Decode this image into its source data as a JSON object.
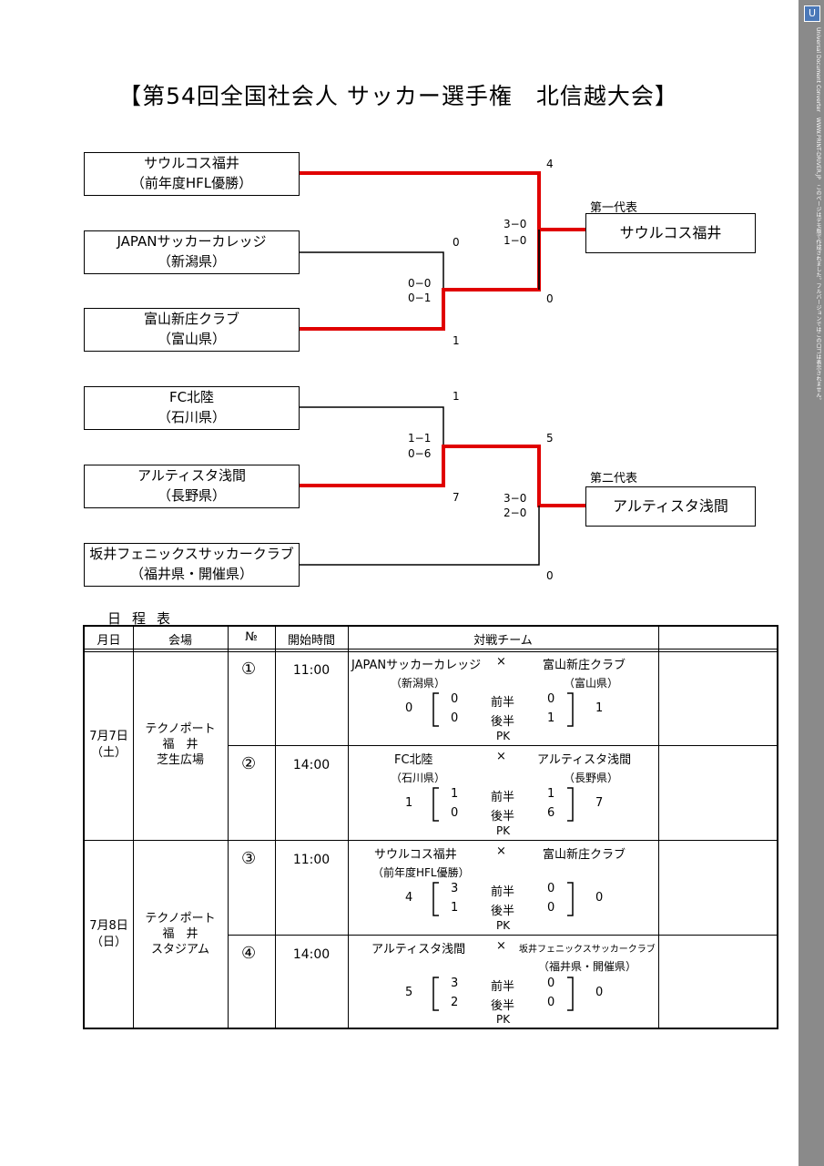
{
  "title": "【第54回全国社会人 サッカー選手権　北信越大会】",
  "bracket": {
    "teams": [
      {
        "name": "サウルコス福井",
        "sub": "（前年度HFL優勝）"
      },
      {
        "name": "JAPANサッカーカレッジ",
        "sub": "（新潟県）"
      },
      {
        "name": "富山新庄クラブ",
        "sub": "（富山県）"
      },
      {
        "name": "FC北陸",
        "sub": "（石川県）"
      },
      {
        "name": "アルティスタ浅間",
        "sub": "（長野県）"
      },
      {
        "name": "坂井フェニックスサッカークラブ",
        "sub": "（福井県・開催県）"
      }
    ],
    "rep1_label": "第一代表",
    "rep1_team": "サウルコス福井",
    "rep2_label": "第二代表",
    "rep2_team": "アルティスタ浅間",
    "scores": {
      "a_top": "4",
      "a_bot": "0",
      "a_half1": "3−0",
      "a_half2": "1−0",
      "b_top": "0",
      "b_bot": "1",
      "b_half1": "0−0",
      "b_half2": "0−1",
      "c_top": "1",
      "c_bot": "7",
      "c_half1": "1−1",
      "c_half2": "0−6",
      "d_top": "5",
      "d_bot": "0",
      "d_half1": "3−0",
      "d_half2": "2−0"
    }
  },
  "schedule": {
    "heading": "日程表",
    "headers": {
      "date": "月日",
      "venue": "会場",
      "no": "№",
      "time": "開始時間",
      "match": "対戦チーム"
    },
    "days": [
      {
        "date": "7月7日",
        "dow": "（土）",
        "venue1": "テクノポート",
        "venue2": "福　井",
        "venue3": "芝生広場"
      },
      {
        "date": "7月8日",
        "dow": "（日）",
        "venue1": "テクノポート",
        "venue2": "福　井",
        "venue3": "スタジアム"
      }
    ],
    "matches": [
      {
        "no": "①",
        "time": "11:00",
        "team1": "JAPANサッカーカレッジ",
        "vs": "×",
        "team2": "富山新庄クラブ",
        "sub1": "（新潟県）",
        "sub2": "（富山県）",
        "total1": "0",
        "total2": "1",
        "h1a": "0",
        "h1b": "0",
        "h2a": "0",
        "h2b": "1",
        "first": "前半",
        "second": "後半",
        "pk": "PK"
      },
      {
        "no": "②",
        "time": "14:00",
        "team1": "FC北陸",
        "vs": "×",
        "team2": "アルティスタ浅間",
        "sub1": "（石川県）",
        "sub2": "（長野県）",
        "total1": "1",
        "total2": "7",
        "h1a": "1",
        "h1b": "1",
        "h2a": "0",
        "h2b": "6",
        "first": "前半",
        "second": "後半",
        "pk": "PK"
      },
      {
        "no": "③",
        "time": "11:00",
        "team1": "サウルコス福井",
        "vs": "×",
        "team2": "富山新庄クラブ",
        "sub1": "（前年度HFL優勝）",
        "sub2": "",
        "total1": "4",
        "total2": "0",
        "h1a": "3",
        "h1b": "0",
        "h2a": "1",
        "h2b": "0",
        "first": "前半",
        "second": "後半",
        "pk": "PK"
      },
      {
        "no": "④",
        "time": "14:00",
        "team1": "アルティスタ浅間",
        "vs": "×",
        "team2": "坂井フェニックスサッカークラブ",
        "sub1": "",
        "sub2": "（福井県・開催県）",
        "total1": "5",
        "total2": "0",
        "h1a": "3",
        "h1b": "0",
        "h2a": "2",
        "h2b": "0",
        "first": "前半",
        "second": "後半",
        "pk": "PK"
      }
    ]
  },
  "sidebar": {
    "logo": "U",
    "text": "Universal Document Converter　WWW.PRINT-DRIVER.JP　このページはデモ版で作成されました。フルバージョンではこのロゴは表示されません。"
  }
}
